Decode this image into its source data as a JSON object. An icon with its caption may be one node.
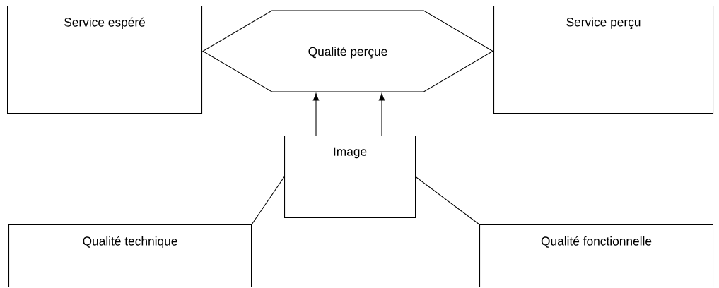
{
  "diagram": {
    "nodes": [
      {
        "text": [
          "Service espéré"
        ]
      },
      {
        "text": [
          "Qualité perçue"
        ]
      },
      {
        "text": [
          "Service perçu"
        ]
      },
      {
        "text": [
          "Image"
        ]
      },
      {
        "text": [
          "Qualité technique"
        ]
      },
      {
        "text": [
          "Qualité fonctionnelle"
        ]
      }
    ],
    "edges": [
      {
        "from": 3,
        "to": 1,
        "arrow": "to"
      },
      {
        "from": 3,
        "to": 1,
        "arrow": "to"
      },
      {
        "from": 4,
        "to": 3,
        "arrow": "none"
      },
      {
        "from": 5,
        "to": 3,
        "arrow": "none"
      }
    ]
  }
}
